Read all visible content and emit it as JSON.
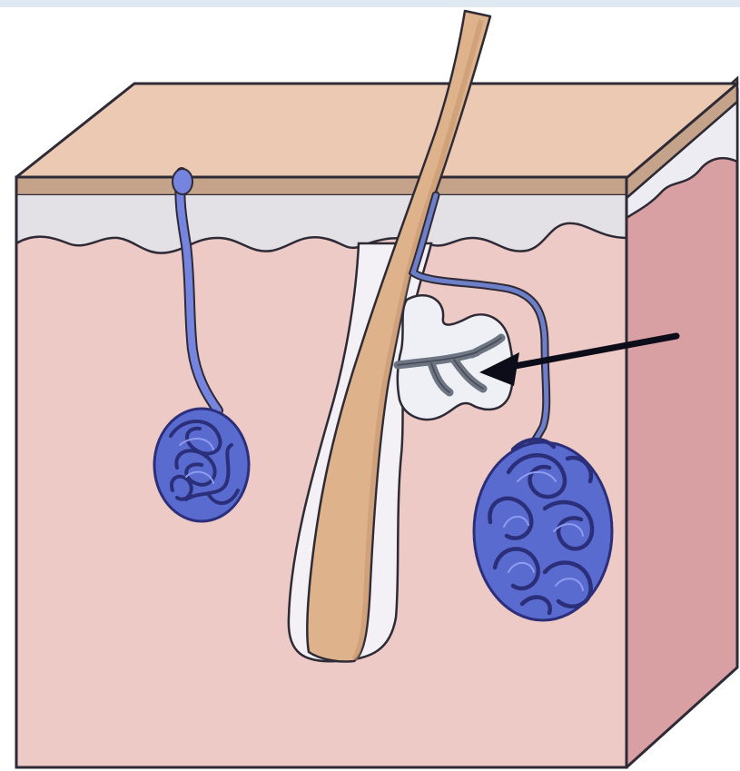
{
  "figure": {
    "type": "skin cross-section illustration",
    "labels": [],
    "colors": {
      "background": "#ffffff",
      "skin_top": "#ecc9b3",
      "stratum_band": "#c4a38a",
      "epidermis": "#e3e0e6",
      "dermis": "#eecac6",
      "side_face": "#d9a0a4",
      "hair": "#deb28a",
      "hair_shadow": "#c49670",
      "sebaceous_gland": "#eef0f5",
      "gland_duct": "#6d7482",
      "sweat_gland": "#5a6bd0",
      "sweat_gland_dark": "#2b2f7a",
      "outline": "#2e2a36",
      "pointer_arrow": "#0d0d1a"
    },
    "parts": [
      "hair-shaft",
      "hair-follicle",
      "sebaceous-gland",
      "sweat-gland-small",
      "sweat-gland-large",
      "pointer-arrow"
    ]
  }
}
